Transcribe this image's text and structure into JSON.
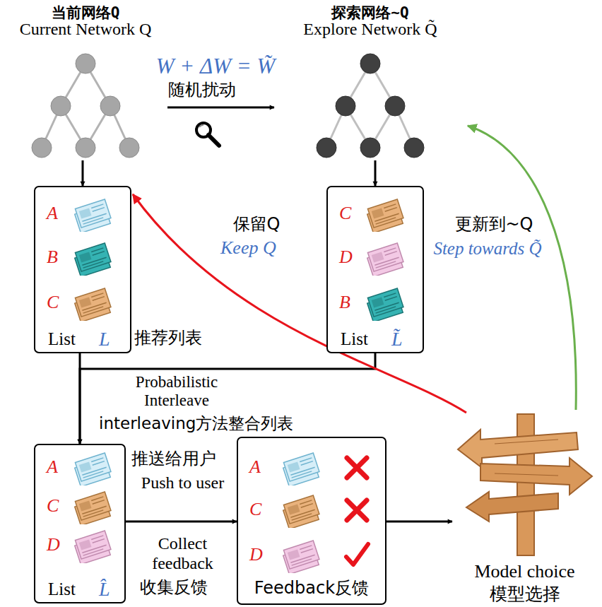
{
  "diagram": {
    "nodes": [
      {
        "text": [
          "当前网络Q",
          "Current Network Q"
        ]
      },
      {
        "text": [
          "探索网络~Q",
          "Explore Network Q̃"
        ]
      },
      {
        "text": [
          "List",
          "L",
          "推荐列表"
        ]
      },
      {
        "text": [
          "A"
        ],
        "in": 2
      },
      {
        "text": [
          "B"
        ],
        "in": 2
      },
      {
        "text": [
          "C"
        ],
        "in": 2
      },
      {
        "text": [
          "List",
          "L̃"
        ]
      },
      {
        "text": [
          "C"
        ],
        "in": 6
      },
      {
        "text": [
          "D"
        ],
        "in": 6
      },
      {
        "text": [
          "B"
        ],
        "in": 6
      },
      {
        "text": [
          "List",
          "L̂"
        ]
      },
      {
        "text": [
          "A"
        ],
        "in": 10
      },
      {
        "text": [
          "C"
        ],
        "in": 10
      },
      {
        "text": [
          "D"
        ],
        "in": 10
      },
      {
        "text": [
          "Feedback反馈"
        ]
      },
      {
        "text": [
          "A"
        ],
        "in": 14
      },
      {
        "text": [
          "C"
        ],
        "in": 14
      },
      {
        "text": [
          "D"
        ],
        "in": 14
      },
      {
        "text": [
          "Model choice",
          "模型选择"
        ]
      }
    ],
    "edges": [
      {
        "from": 0,
        "to": 1,
        "arrow": "to",
        "label": "W + ΔW = W̃"
      },
      {
        "from": 0,
        "to": 2,
        "arrow": "to"
      },
      {
        "from": 1,
        "to": 6,
        "arrow": "to"
      },
      {
        "from": 2,
        "to": 10,
        "arrow": "to",
        "label": "Probabilistic Interleave"
      },
      {
        "from": 6,
        "to": 10,
        "arrow": "to"
      },
      {
        "from": 10,
        "to": 14,
        "arrow": "to",
        "label": "Push to user"
      },
      {
        "from": 14,
        "to": 18,
        "arrow": "to"
      },
      {
        "from": 18,
        "to": 2,
        "arrow": "to",
        "label": "保留Q"
      },
      {
        "from": 18,
        "to": 1,
        "arrow": "to",
        "label": "更新到~Q"
      }
    ],
    "labels": [
      "随机扰动",
      "Keep Q",
      "Step towards Q̃",
      "interleaving方法整合列表",
      "推送给用户",
      "Collect feedback",
      "收集反馈"
    ]
  }
}
